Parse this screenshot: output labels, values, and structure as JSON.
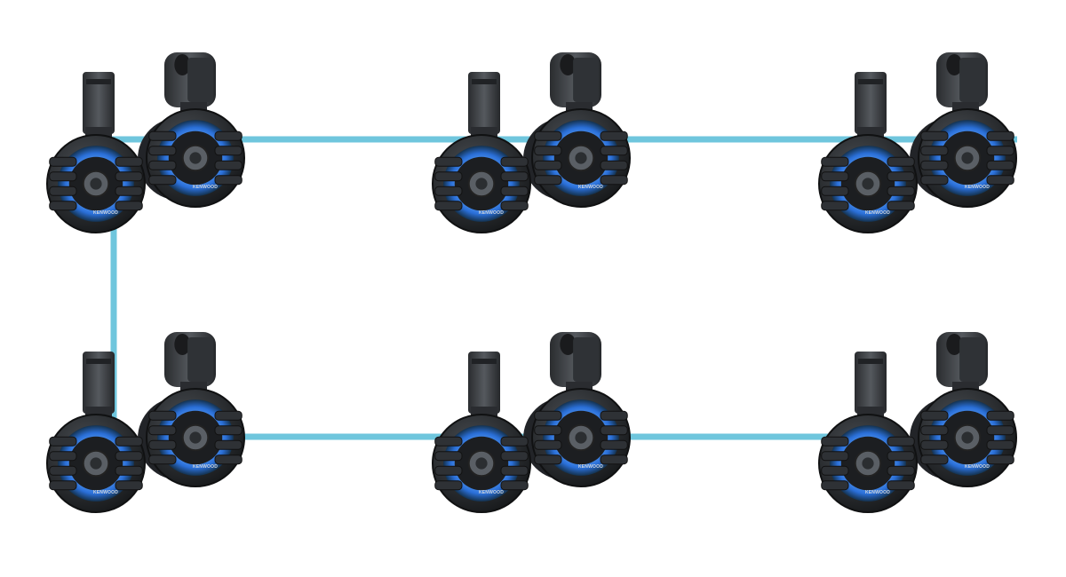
{
  "colors": {
    "background": "#ffffff",
    "wire": "#6fc6dd",
    "body_dark": "#1f2124",
    "body_mid": "#2e3135",
    "body_light": "#474b50",
    "led_glow": "#3f8cf2",
    "led_core": "#bde6ff"
  },
  "speaker_pairs": [
    {
      "brand_label": "KENWOOD"
    },
    {
      "brand_label": "KENWOOD"
    },
    {
      "brand_label": "KENWOOD"
    },
    {
      "brand_label": "KENWOOD"
    },
    {
      "brand_label": "KENWOOD"
    },
    {
      "brand_label": "KENWOOD"
    }
  ],
  "icons": {
    "speaker": "wakeboard-tower-speaker-icon",
    "clamp": "tower-clamp-icon"
  }
}
